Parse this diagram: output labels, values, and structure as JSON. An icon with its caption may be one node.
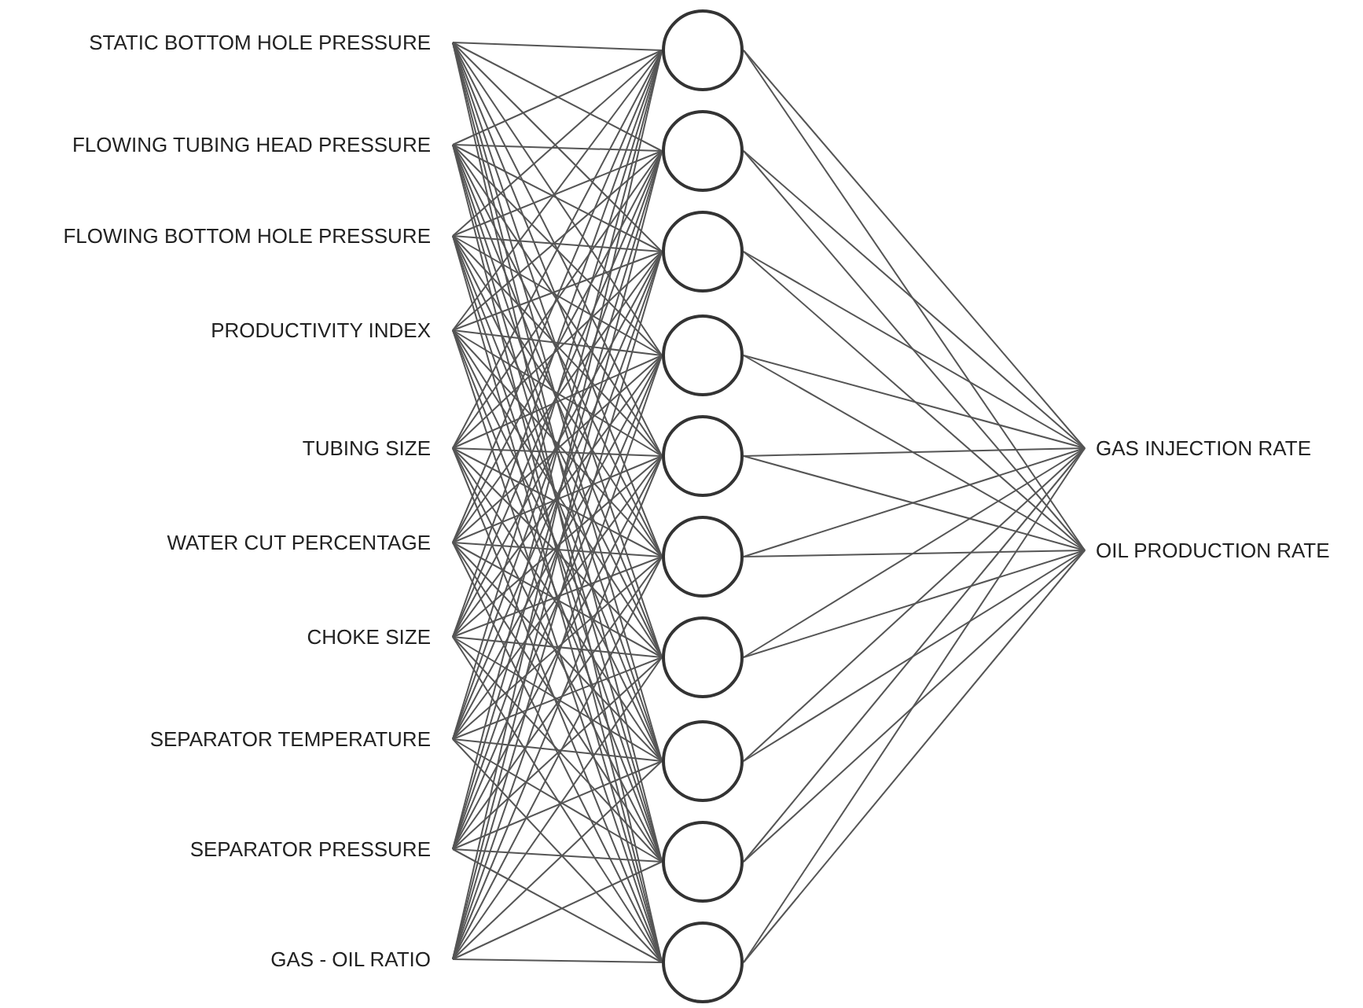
{
  "diagram": {
    "nodes": [
      {
        "text": [
          "STATIC BOTTOM HOLE PRESSURE"
        ]
      },
      {
        "text": [
          "FLOWING TUBING HEAD PRESSURE"
        ]
      },
      {
        "text": [
          "FLOWING BOTTOM HOLE PRESSURE"
        ]
      },
      {
        "text": [
          "PRODUCTIVITY INDEX"
        ]
      },
      {
        "text": [
          "TUBING SIZE"
        ]
      },
      {
        "text": [
          "WATER CUT PERCENTAGE"
        ]
      },
      {
        "text": [
          "CHOKE SIZE"
        ]
      },
      {
        "text": [
          "SEPARATOR TEMPERATURE"
        ]
      },
      {
        "text": [
          "SEPARATOR PRESSURE"
        ]
      },
      {
        "text": [
          "GAS - OIL RATIO"
        ]
      },
      {
        "text": [],
        "shape": "circle"
      },
      {
        "text": [],
        "shape": "circle"
      },
      {
        "text": [],
        "shape": "circle"
      },
      {
        "text": [],
        "shape": "circle"
      },
      {
        "text": [],
        "shape": "circle"
      },
      {
        "text": [],
        "shape": "circle"
      },
      {
        "text": [],
        "shape": "circle"
      },
      {
        "text": [],
        "shape": "circle"
      },
      {
        "text": [],
        "shape": "circle"
      },
      {
        "text": [],
        "shape": "circle"
      },
      {
        "text": [
          "GAS INJECTION RATE"
        ]
      },
      {
        "text": [
          "OIL PRODUCTION RATE"
        ]
      }
    ],
    "edges": [
      {
        "from": 0,
        "to": 10,
        "arrow": "none"
      },
      {
        "from": 0,
        "to": 11,
        "arrow": "none"
      },
      {
        "from": 0,
        "to": 12,
        "arrow": "none"
      },
      {
        "from": 0,
        "to": 13,
        "arrow": "none"
      },
      {
        "from": 0,
        "to": 14,
        "arrow": "none"
      },
      {
        "from": 0,
        "to": 15,
        "arrow": "none"
      },
      {
        "from": 0,
        "to": 16,
        "arrow": "none"
      },
      {
        "from": 0,
        "to": 17,
        "arrow": "none"
      },
      {
        "from": 0,
        "to": 18,
        "arrow": "none"
      },
      {
        "from": 0,
        "to": 19,
        "arrow": "none"
      },
      {
        "from": 1,
        "to": 10,
        "arrow": "none"
      },
      {
        "from": 1,
        "to": 11,
        "arrow": "none"
      },
      {
        "from": 1,
        "to": 12,
        "arrow": "none"
      },
      {
        "from": 1,
        "to": 13,
        "arrow": "none"
      },
      {
        "from": 1,
        "to": 14,
        "arrow": "none"
      },
      {
        "from": 1,
        "to": 15,
        "arrow": "none"
      },
      {
        "from": 1,
        "to": 16,
        "arrow": "none"
      },
      {
        "from": 1,
        "to": 17,
        "arrow": "none"
      },
      {
        "from": 1,
        "to": 18,
        "arrow": "none"
      },
      {
        "from": 1,
        "to": 19,
        "arrow": "none"
      },
      {
        "from": 2,
        "to": 10,
        "arrow": "none"
      },
      {
        "from": 2,
        "to": 11,
        "arrow": "none"
      },
      {
        "from": 2,
        "to": 12,
        "arrow": "none"
      },
      {
        "from": 2,
        "to": 13,
        "arrow": "none"
      },
      {
        "from": 2,
        "to": 14,
        "arrow": "none"
      },
      {
        "from": 2,
        "to": 15,
        "arrow": "none"
      },
      {
        "from": 2,
        "to": 16,
        "arrow": "none"
      },
      {
        "from": 2,
        "to": 17,
        "arrow": "none"
      },
      {
        "from": 2,
        "to": 18,
        "arrow": "none"
      },
      {
        "from": 2,
        "to": 19,
        "arrow": "none"
      },
      {
        "from": 3,
        "to": 10,
        "arrow": "none"
      },
      {
        "from": 3,
        "to": 11,
        "arrow": "none"
      },
      {
        "from": 3,
        "to": 12,
        "arrow": "none"
      },
      {
        "from": 3,
        "to": 13,
        "arrow": "none"
      },
      {
        "from": 3,
        "to": 14,
        "arrow": "none"
      },
      {
        "from": 3,
        "to": 15,
        "arrow": "none"
      },
      {
        "from": 3,
        "to": 16,
        "arrow": "none"
      },
      {
        "from": 3,
        "to": 17,
        "arrow": "none"
      },
      {
        "from": 3,
        "to": 18,
        "arrow": "none"
      },
      {
        "from": 3,
        "to": 19,
        "arrow": "none"
      },
      {
        "from": 4,
        "to": 10,
        "arrow": "none"
      },
      {
        "from": 4,
        "to": 11,
        "arrow": "none"
      },
      {
        "from": 4,
        "to": 12,
        "arrow": "none"
      },
      {
        "from": 4,
        "to": 13,
        "arrow": "none"
      },
      {
        "from": 4,
        "to": 14,
        "arrow": "none"
      },
      {
        "from": 4,
        "to": 15,
        "arrow": "none"
      },
      {
        "from": 4,
        "to": 16,
        "arrow": "none"
      },
      {
        "from": 4,
        "to": 17,
        "arrow": "none"
      },
      {
        "from": 4,
        "to": 18,
        "arrow": "none"
      },
      {
        "from": 4,
        "to": 19,
        "arrow": "none"
      },
      {
        "from": 5,
        "to": 10,
        "arrow": "none"
      },
      {
        "from": 5,
        "to": 11,
        "arrow": "none"
      },
      {
        "from": 5,
        "to": 12,
        "arrow": "none"
      },
      {
        "from": 5,
        "to": 13,
        "arrow": "none"
      },
      {
        "from": 5,
        "to": 14,
        "arrow": "none"
      },
      {
        "from": 5,
        "to": 15,
        "arrow": "none"
      },
      {
        "from": 5,
        "to": 16,
        "arrow": "none"
      },
      {
        "from": 5,
        "to": 17,
        "arrow": "none"
      },
      {
        "from": 5,
        "to": 18,
        "arrow": "none"
      },
      {
        "from": 5,
        "to": 19,
        "arrow": "none"
      },
      {
        "from": 6,
        "to": 10,
        "arrow": "none"
      },
      {
        "from": 6,
        "to": 11,
        "arrow": "none"
      },
      {
        "from": 6,
        "to": 12,
        "arrow": "none"
      },
      {
        "from": 6,
        "to": 13,
        "arrow": "none"
      },
      {
        "from": 6,
        "to": 14,
        "arrow": "none"
      },
      {
        "from": 6,
        "to": 15,
        "arrow": "none"
      },
      {
        "from": 6,
        "to": 16,
        "arrow": "none"
      },
      {
        "from": 6,
        "to": 17,
        "arrow": "none"
      },
      {
        "from": 6,
        "to": 18,
        "arrow": "none"
      },
      {
        "from": 6,
        "to": 19,
        "arrow": "none"
      },
      {
        "from": 7,
        "to": 10,
        "arrow": "none"
      },
      {
        "from": 7,
        "to": 11,
        "arrow": "none"
      },
      {
        "from": 7,
        "to": 12,
        "arrow": "none"
      },
      {
        "from": 7,
        "to": 13,
        "arrow": "none"
      },
      {
        "from": 7,
        "to": 14,
        "arrow": "none"
      },
      {
        "from": 7,
        "to": 15,
        "arrow": "none"
      },
      {
        "from": 7,
        "to": 16,
        "arrow": "none"
      },
      {
        "from": 7,
        "to": 17,
        "arrow": "none"
      },
      {
        "from": 7,
        "to": 18,
        "arrow": "none"
      },
      {
        "from": 7,
        "to": 19,
        "arrow": "none"
      },
      {
        "from": 8,
        "to": 10,
        "arrow": "none"
      },
      {
        "from": 8,
        "to": 11,
        "arrow": "none"
      },
      {
        "from": 8,
        "to": 12,
        "arrow": "none"
      },
      {
        "from": 8,
        "to": 13,
        "arrow": "none"
      },
      {
        "from": 8,
        "to": 14,
        "arrow": "none"
      },
      {
        "from": 8,
        "to": 15,
        "arrow": "none"
      },
      {
        "from": 8,
        "to": 16,
        "arrow": "none"
      },
      {
        "from": 8,
        "to": 17,
        "arrow": "none"
      },
      {
        "from": 8,
        "to": 18,
        "arrow": "none"
      },
      {
        "from": 8,
        "to": 19,
        "arrow": "none"
      },
      {
        "from": 9,
        "to": 10,
        "arrow": "none"
      },
      {
        "from": 9,
        "to": 11,
        "arrow": "none"
      },
      {
        "from": 9,
        "to": 12,
        "arrow": "none"
      },
      {
        "from": 9,
        "to": 13,
        "arrow": "none"
      },
      {
        "from": 9,
        "to": 14,
        "arrow": "none"
      },
      {
        "from": 9,
        "to": 15,
        "arrow": "none"
      },
      {
        "from": 9,
        "to": 16,
        "arrow": "none"
      },
      {
        "from": 9,
        "to": 17,
        "arrow": "none"
      },
      {
        "from": 9,
        "to": 18,
        "arrow": "none"
      },
      {
        "from": 9,
        "to": 19,
        "arrow": "none"
      },
      {
        "from": 10,
        "to": 20,
        "arrow": "none"
      },
      {
        "from": 10,
        "to": 21,
        "arrow": "none"
      },
      {
        "from": 11,
        "to": 20,
        "arrow": "none"
      },
      {
        "from": 11,
        "to": 21,
        "arrow": "none"
      },
      {
        "from": 12,
        "to": 20,
        "arrow": "none"
      },
      {
        "from": 12,
        "to": 21,
        "arrow": "none"
      },
      {
        "from": 13,
        "to": 20,
        "arrow": "none"
      },
      {
        "from": 13,
        "to": 21,
        "arrow": "none"
      },
      {
        "from": 14,
        "to": 20,
        "arrow": "none"
      },
      {
        "from": 14,
        "to": 21,
        "arrow": "none"
      },
      {
        "from": 15,
        "to": 20,
        "arrow": "none"
      },
      {
        "from": 15,
        "to": 21,
        "arrow": "none"
      },
      {
        "from": 16,
        "to": 20,
        "arrow": "none"
      },
      {
        "from": 16,
        "to": 21,
        "arrow": "none"
      },
      {
        "from": 17,
        "to": 20,
        "arrow": "none"
      },
      {
        "from": 17,
        "to": 21,
        "arrow": "none"
      },
      {
        "from": 18,
        "to": 20,
        "arrow": "none"
      },
      {
        "from": 18,
        "to": 21,
        "arrow": "none"
      },
      {
        "from": 19,
        "to": 20,
        "arrow": "none"
      },
      {
        "from": 19,
        "to": 21,
        "arrow": "none"
      }
    ]
  }
}
